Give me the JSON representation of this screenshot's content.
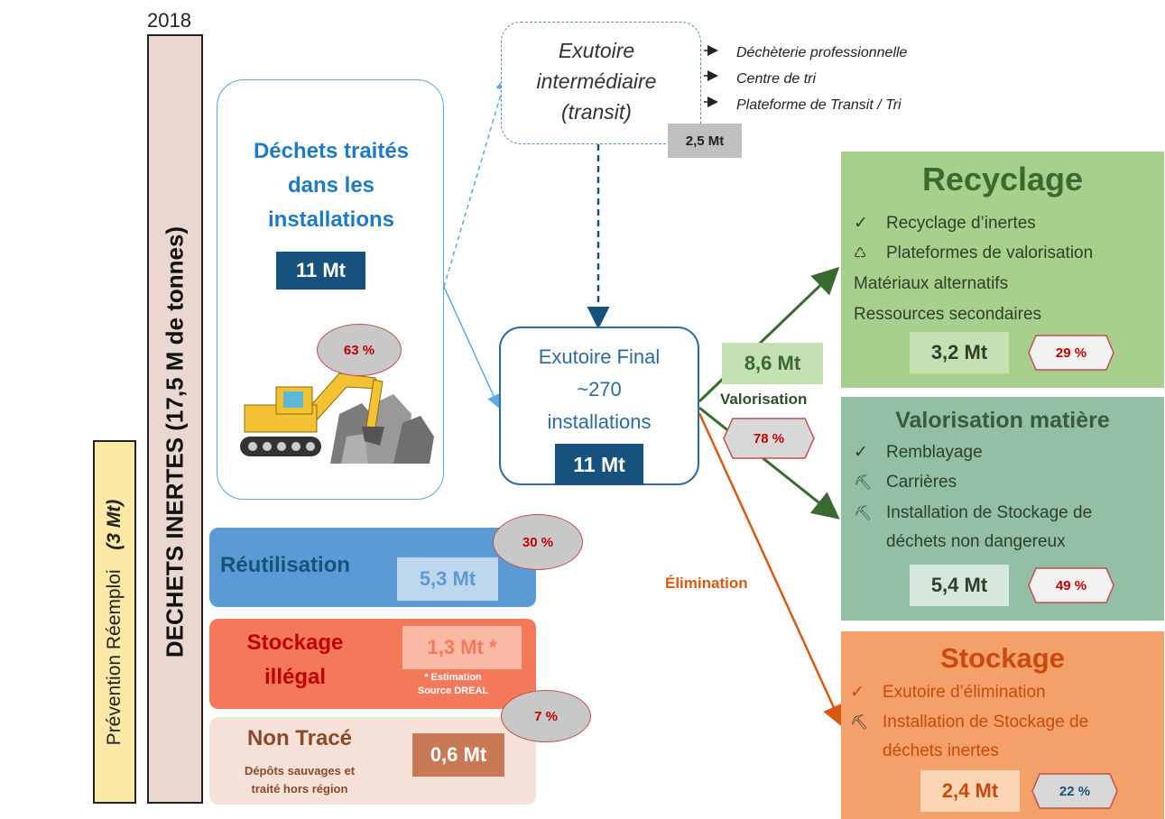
{
  "year": "2018",
  "left_bars": {
    "prevention": "Prévention Réemploi",
    "prevention_qty": "(3 Mt)",
    "dechets_inertes": "DECHETS INERTES (17,5 M de tonnes)"
  },
  "treated": {
    "title_line1": "Déchets traités",
    "title_line2": "dans les",
    "title_line3": "installations",
    "qty": "11 Mt",
    "pct": "63 %"
  },
  "reuse": {
    "label": "Réutilisation",
    "qty": "5,3 Mt",
    "pct": "30 %"
  },
  "illegal": {
    "label_line1": "Stockage",
    "label_line2": "illégal",
    "qty": "1,3 Mt *",
    "note_line1": "* Estimation",
    "note_line2": "Source DREAL",
    "pct": "7 %"
  },
  "untraced": {
    "label": "Non Tracé",
    "sub_line1": "Dépôts sauvages et",
    "sub_line2": "traité hors région",
    "qty": "0,6 Mt"
  },
  "intermediate": {
    "line1": "Exutoire",
    "line2": "intermédiaire",
    "line3": "(transit)",
    "qty": "2,5 Mt",
    "items": [
      "Déchèterie professionnelle",
      "Centre de tri",
      "Plateforme de Transit / Tri"
    ]
  },
  "final": {
    "line1": "Exutoire Final",
    "line2": "~270",
    "line3": "installations",
    "qty": "11 Mt"
  },
  "valorisation": {
    "qty": "8,6 Mt",
    "label": "Valorisation",
    "pct": "78 %"
  },
  "elimination": {
    "label": "Élimination"
  },
  "recyclage": {
    "title": "Recyclage",
    "items": [
      {
        "icon": "✓",
        "text": "Recyclage d’inertes"
      },
      {
        "icon": "♺",
        "text": "Plateformes de valorisation"
      }
    ],
    "plain": [
      "Matériaux alternatifs",
      "Ressources secondaires"
    ],
    "qty": "3,2 Mt",
    "pct": "29 %"
  },
  "valorisation_matiere": {
    "title": "Valorisation matière",
    "items": [
      {
        "icon": "✓",
        "text": "Remblayage"
      },
      {
        "icon": "⛏",
        "text": "Carrières"
      },
      {
        "icon": "⛏",
        "text": "Installation de Stockage de"
      }
    ],
    "continuation": "déchets non dangereux",
    "qty": "5,4 Mt",
    "pct": "49 %"
  },
  "stockage": {
    "title": "Stockage",
    "items": [
      {
        "icon": "✓",
        "text": "Exutoire d’élimination"
      },
      {
        "icon": "⛏",
        "text": "Installation de Stockage de"
      }
    ],
    "continuation": "déchets inertes",
    "qty": "2,4 Mt",
    "pct": "22 %"
  },
  "colors": {
    "blue_text": "#1f7ac4",
    "dark_blue": "#17527e",
    "light_blue_border": "#5aa9e6",
    "green_dark": "#3a6a30",
    "green_panel": "#a8d08d",
    "teal_panel": "#93bfa5",
    "orange_panel": "#f4a06a",
    "orange_text": "#d85a12",
    "red_text": "#c00000"
  }
}
